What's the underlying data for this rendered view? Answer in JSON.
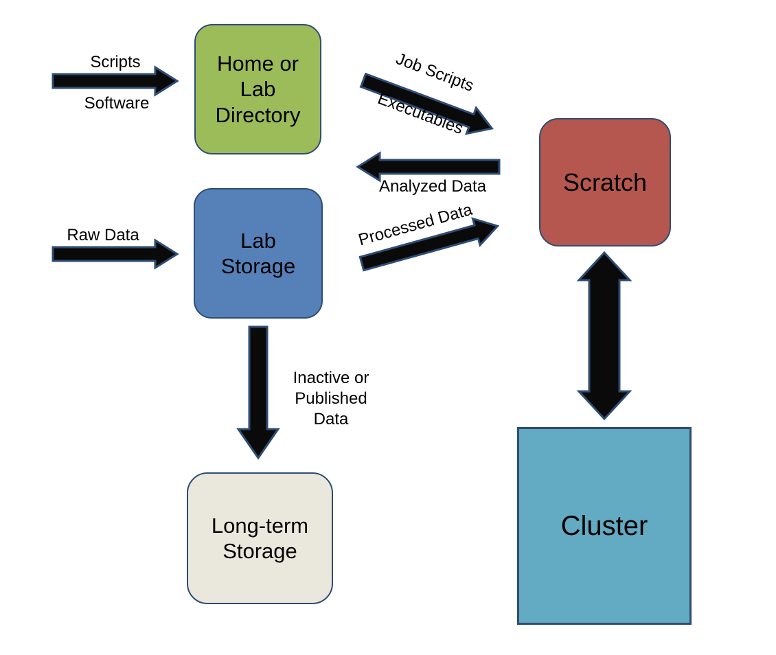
{
  "diagram": {
    "type": "flow-diagram",
    "nodes": {
      "home_or_lab_directory": {
        "label": "Home or\nLab\nDirectory",
        "fill": "#9cbb59"
      },
      "lab_storage": {
        "label": "Lab\nStorage",
        "fill": "#5580b8"
      },
      "scratch": {
        "label": "Scratch",
        "fill": "#b5574e"
      },
      "cluster": {
        "label": "Cluster",
        "fill": "#63aac3"
      },
      "long_term_storage": {
        "label": "Long-term\nStorage",
        "fill": "#eae7dc"
      }
    },
    "edges": {
      "scripts_software": {
        "to": "home_or_lab_directory",
        "direction": "right",
        "labels": [
          "Scripts",
          "Software"
        ]
      },
      "job_scripts_executables": {
        "from": "home_or_lab_directory",
        "to": "scratch",
        "labels": [
          "Job Scripts",
          "Executables"
        ]
      },
      "analyzed_data": {
        "from": "scratch",
        "to": "home_or_lab_directory",
        "label": "Analyzed Data"
      },
      "raw_data": {
        "to": "lab_storage",
        "direction": "right",
        "label": "Raw Data"
      },
      "processed_data": {
        "from": "lab_storage",
        "to": "scratch",
        "label": "Processed Data"
      },
      "inactive_published": {
        "from": "lab_storage",
        "to": "long_term_storage",
        "label": "Inactive or\nPublished\nData"
      },
      "scratch_cluster": {
        "from": "scratch",
        "to": "cluster",
        "bidirectional": true
      }
    },
    "colors": {
      "arrow_fill": "#0a0a0a",
      "arrow_outline": "#2e4d74",
      "node_border": "#2e4d74",
      "background": "#ffffff",
      "text": "#000000"
    }
  }
}
